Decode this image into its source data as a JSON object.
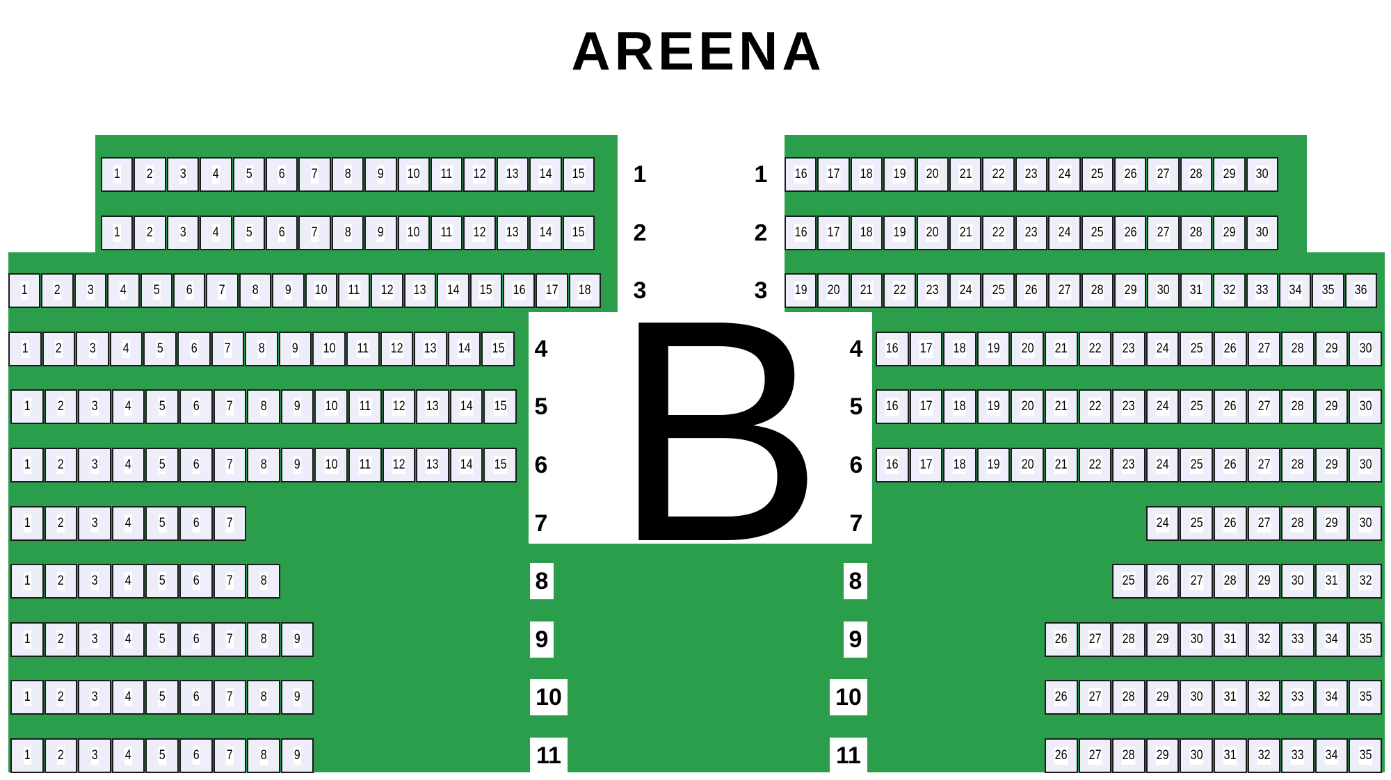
{
  "title": "AREENA",
  "section": "B",
  "colors": {
    "floor": "#2b9e4c",
    "seat_fill": "#eeeefb",
    "seat_border": "#1a1a1a"
  },
  "rows": [
    {
      "label": "1",
      "left": [
        1,
        2,
        3,
        4,
        5,
        6,
        7,
        8,
        9,
        10,
        11,
        12,
        13,
        14,
        15
      ],
      "right": [
        16,
        17,
        18,
        19,
        20,
        21,
        22,
        23,
        24,
        25,
        26,
        27,
        28,
        29,
        30
      ]
    },
    {
      "label": "2",
      "left": [
        1,
        2,
        3,
        4,
        5,
        6,
        7,
        8,
        9,
        10,
        11,
        12,
        13,
        14,
        15
      ],
      "right": [
        16,
        17,
        18,
        19,
        20,
        21,
        22,
        23,
        24,
        25,
        26,
        27,
        28,
        29,
        30
      ]
    },
    {
      "label": "3",
      "left": [
        1,
        2,
        3,
        4,
        5,
        6,
        7,
        8,
        9,
        10,
        11,
        12,
        13,
        14,
        15,
        16,
        17,
        18
      ],
      "right": [
        19,
        20,
        21,
        22,
        23,
        24,
        25,
        26,
        27,
        28,
        29,
        30,
        31,
        32,
        33,
        34,
        35,
        36
      ]
    },
    {
      "label": "4",
      "left": [
        1,
        2,
        3,
        4,
        5,
        6,
        7,
        8,
        9,
        10,
        11,
        12,
        13,
        14,
        15
      ],
      "right": [
        16,
        17,
        18,
        19,
        20,
        21,
        22,
        23,
        24,
        25,
        26,
        27,
        28,
        29,
        30
      ]
    },
    {
      "label": "5",
      "left": [
        1,
        2,
        3,
        4,
        5,
        6,
        7,
        8,
        9,
        10,
        11,
        12,
        13,
        14,
        15
      ],
      "right": [
        16,
        17,
        18,
        19,
        20,
        21,
        22,
        23,
        24,
        25,
        26,
        27,
        28,
        29,
        30
      ]
    },
    {
      "label": "6",
      "left": [
        1,
        2,
        3,
        4,
        5,
        6,
        7,
        8,
        9,
        10,
        11,
        12,
        13,
        14,
        15
      ],
      "right": [
        16,
        17,
        18,
        19,
        20,
        21,
        22,
        23,
        24,
        25,
        26,
        27,
        28,
        29,
        30
      ]
    },
    {
      "label": "7",
      "left": [
        1,
        2,
        3,
        4,
        5,
        6,
        7
      ],
      "right": [
        24,
        25,
        26,
        27,
        28,
        29,
        30
      ]
    },
    {
      "label": "8",
      "left": [
        1,
        2,
        3,
        4,
        5,
        6,
        7,
        8
      ],
      "right": [
        25,
        26,
        27,
        28,
        29,
        30,
        31,
        32
      ]
    },
    {
      "label": "9",
      "left": [
        1,
        2,
        3,
        4,
        5,
        6,
        7,
        8,
        9
      ],
      "right": [
        26,
        27,
        28,
        29,
        30,
        31,
        32,
        33,
        34,
        35
      ]
    },
    {
      "label": "10",
      "left": [
        1,
        2,
        3,
        4,
        5,
        6,
        7,
        8,
        9
      ],
      "right": [
        26,
        27,
        28,
        29,
        30,
        31,
        32,
        33,
        34,
        35
      ]
    },
    {
      "label": "11",
      "left": [
        1,
        2,
        3,
        4,
        5,
        6,
        7,
        8,
        9
      ],
      "right": [
        26,
        27,
        28,
        29,
        30,
        31,
        32,
        33,
        34,
        35
      ]
    }
  ]
}
